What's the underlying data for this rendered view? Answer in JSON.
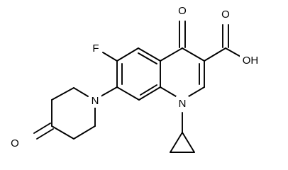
{
  "molecule": {
    "atoms": {
      "fluorine": "F",
      "ketone_oxygen_top": "O",
      "acid_oxygen_double": "O",
      "acid_hydroxyl": "OH",
      "ring_nitrogen": "N",
      "piperidine_nitrogen": "N",
      "piperidone_oxygen": "O"
    }
  },
  "colors": {
    "bond": "#000000",
    "label": "#000000",
    "background": "#ffffff"
  }
}
